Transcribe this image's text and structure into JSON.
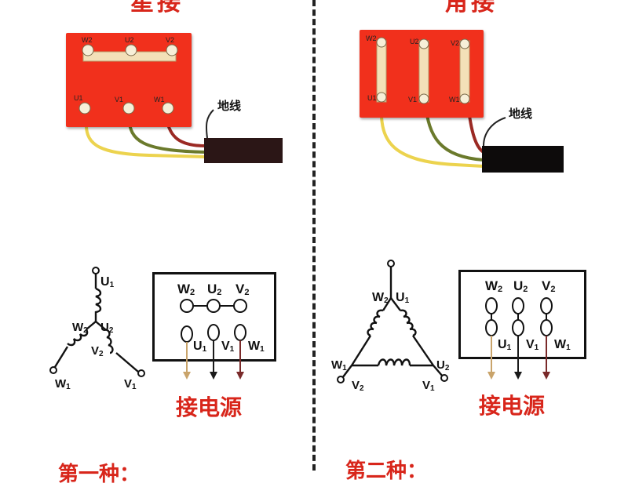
{
  "star": {
    "heading": "星接",
    "board": {
      "top_terminals": [
        "W2",
        "U2",
        "V2"
      ],
      "bottom_terminals": [
        "U1",
        "V1",
        "W1"
      ]
    },
    "ground_label": "地线",
    "schematic": {
      "top_label": {
        "main": "U",
        "sub": "1"
      },
      "center_labels": [
        {
          "main": "W",
          "sub": "2"
        },
        {
          "main": "U",
          "sub": "2"
        }
      ],
      "center_bottom_label": {
        "main": "V",
        "sub": "2"
      },
      "left_label": {
        "main": "W",
        "sub": "1"
      },
      "right_label": {
        "main": "V",
        "sub": "1"
      }
    },
    "terminal_box": {
      "top_labels": [
        {
          "main": "W",
          "sub": "2"
        },
        {
          "main": "U",
          "sub": "2"
        },
        {
          "main": "V",
          "sub": "2"
        }
      ],
      "bottom_labels": [
        {
          "main": "U",
          "sub": "1"
        },
        {
          "main": "V",
          "sub": "1"
        },
        {
          "main": "W",
          "sub": "1"
        }
      ]
    },
    "power_label": "接电源",
    "method_label": "第一种："
  },
  "delta": {
    "heading": "角接",
    "board": {
      "top_terminals": [
        "W2",
        "U2",
        "V2"
      ],
      "bottom_terminals": [
        "U1",
        "V1",
        "W1"
      ]
    },
    "ground_label": "地线",
    "schematic": {
      "top_labels": [
        {
          "main": "W",
          "sub": "2"
        },
        {
          "main": "U",
          "sub": "1"
        }
      ],
      "left_label": {
        "main": "W",
        "sub": "1"
      },
      "bottom_left_label": {
        "main": "V",
        "sub": "2"
      },
      "bottom_right_label": {
        "main": "V",
        "sub": "1"
      },
      "right_label": {
        "main": "U",
        "sub": "2"
      }
    },
    "terminal_box": {
      "top_labels": [
        {
          "main": "W",
          "sub": "2"
        },
        {
          "main": "U",
          "sub": "2"
        },
        {
          "main": "V",
          "sub": "2"
        }
      ],
      "bottom_labels": [
        {
          "main": "U",
          "sub": "1"
        },
        {
          "main": "V",
          "sub": "1"
        },
        {
          "main": "W",
          "sub": "1"
        }
      ]
    },
    "power_label": "接电源",
    "method_label": "第二种："
  },
  "colors": {
    "heading_red": "#d8261b",
    "board_red": "#f1301c",
    "wire_yellow": "#ecd34e",
    "wire_green": "#6b7a2c",
    "wire_red": "#9b2a24",
    "arrow_tan": "#c9a46b",
    "arrow_black": "#1a1a1a",
    "arrow_maroon": "#7a2a2a"
  }
}
